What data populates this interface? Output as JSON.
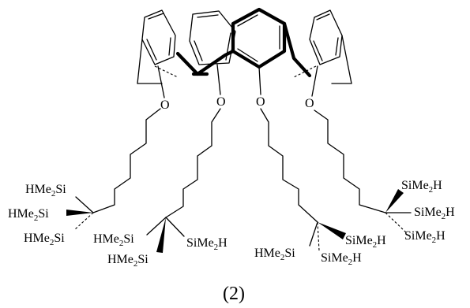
{
  "diagram": {
    "caption": "(2)",
    "oxygen_label": "O",
    "silyl_groups": [
      {
        "id": "g1a",
        "pre": "HMe",
        "sub": "2",
        "post": "Si"
      },
      {
        "id": "g1b",
        "pre": "HMe",
        "sub": "2",
        "post": "Si"
      },
      {
        "id": "g1c",
        "pre": "HMe",
        "sub": "2",
        "post": "Si"
      },
      {
        "id": "g2a",
        "pre": "HMe",
        "sub": "2",
        "post": "Si"
      },
      {
        "id": "g2b",
        "pre": "HMe",
        "sub": "2",
        "post": "Si"
      },
      {
        "id": "g2c",
        "pre": "SiMe",
        "sub": "2",
        "post": "H"
      },
      {
        "id": "g3a",
        "pre": "HMe",
        "sub": "2",
        "post": "Si"
      },
      {
        "id": "g3b",
        "pre": "SiMe",
        "sub": "2",
        "post": "H"
      },
      {
        "id": "g3c",
        "pre": "SiMe",
        "sub": "2",
        "post": "H"
      },
      {
        "id": "g4a",
        "pre": "SiMe",
        "sub": "2",
        "post": "H"
      },
      {
        "id": "g4b",
        "pre": "SiMe",
        "sub": "2",
        "post": "H"
      },
      {
        "id": "g4c",
        "pre": "SiMe",
        "sub": "2",
        "post": "H"
      }
    ]
  }
}
